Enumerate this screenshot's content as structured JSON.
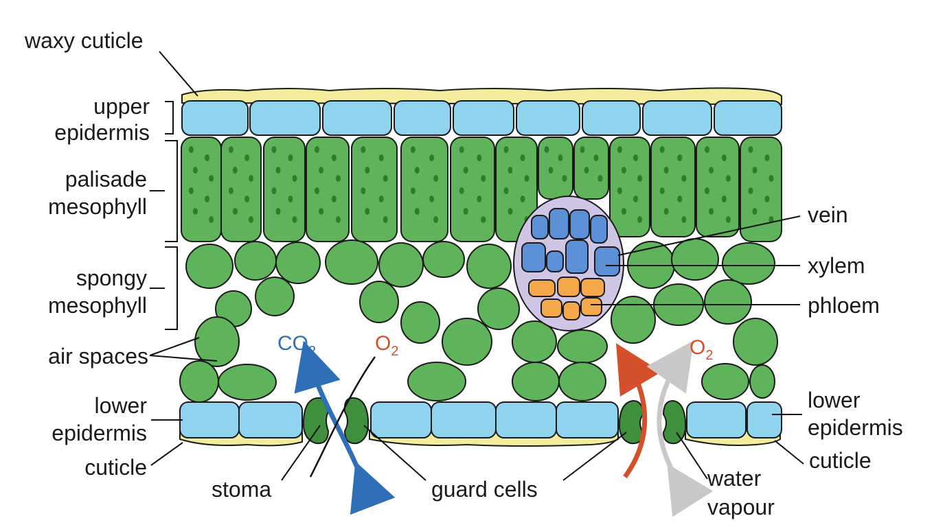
{
  "labels": {
    "waxy_cuticle": "waxy cuticle",
    "upper_epidermis": [
      "upper",
      "epidermis"
    ],
    "palisade_mesophyll": [
      "palisade",
      "mesophyll"
    ],
    "spongy_mesophyll": [
      "spongy",
      "mesophyll"
    ],
    "air_spaces": "air spaces",
    "lower_epidermis_left": [
      "lower",
      "epidermis"
    ],
    "cuticle_left": "cuticle",
    "stoma": "stoma",
    "guard_cells": "guard cells",
    "vein": "vein",
    "xylem": "xylem",
    "phloem": "phloem",
    "lower_epidermis_right": [
      "lower",
      "epidermis"
    ],
    "cuticle_right": "cuticle",
    "water_vapour": [
      "water",
      "vapour"
    ]
  },
  "gases": {
    "co2": {
      "base": "CO",
      "sub": "2"
    },
    "o2_left": {
      "base": "O",
      "sub": "2"
    },
    "o2_right": {
      "base": "O",
      "sub": "2"
    }
  },
  "colors": {
    "cuticle": "#f2ec9c",
    "epidermis": "#8fd3ee",
    "mesophyll": "#5fb35a",
    "chloroplast": "#2e7d2e",
    "guard_cell": "#3f8f3f",
    "vein_sheath": "#cfc6e6",
    "xylem": "#5b8fd6",
    "phloem": "#f4a84a",
    "co2": "#2e6fb8",
    "o2": "#d4502a",
    "water_vapour": "#c8c8c8",
    "label_text": "#1a1a1a"
  }
}
